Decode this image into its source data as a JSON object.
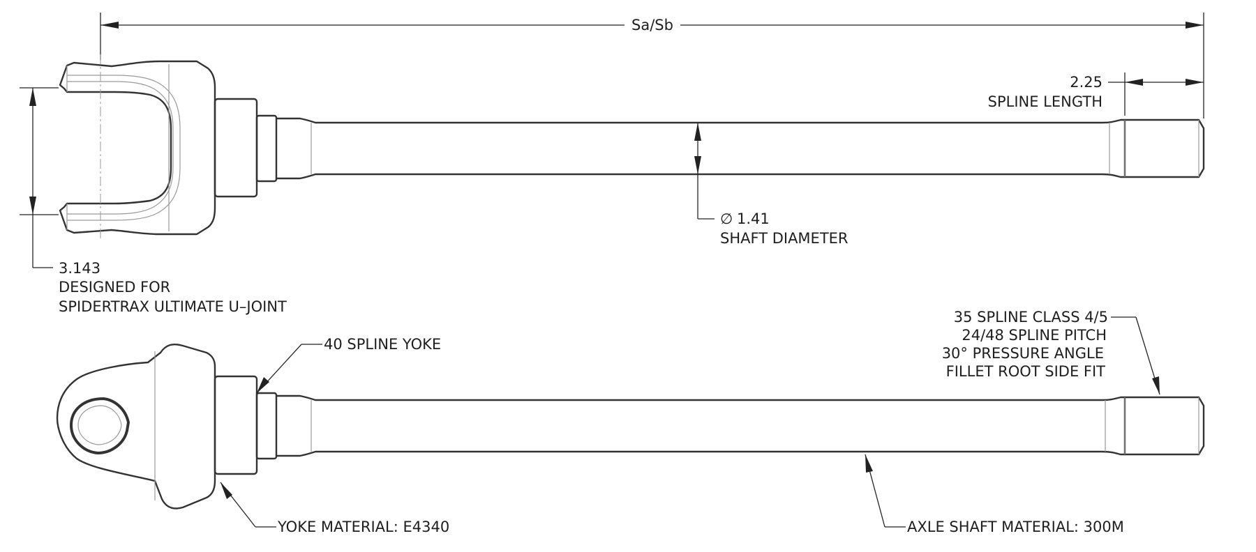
{
  "dimensions": {
    "overall_length": "Sa/Sb",
    "spline_length_value": "2.25",
    "spline_length_label": "SPLINE LENGTH",
    "shaft_diameter_value": "1.41",
    "shaft_diameter_label": "SHAFT DIAMETER",
    "yoke_width_value": "3.143",
    "yoke_note_line1": "DESIGNED FOR",
    "yoke_note_line2": "SPIDERTRAX ULTIMATE U–JOINT"
  },
  "callouts": {
    "yoke_spline": "40 SPLINE YOKE",
    "spline_spec": [
      "35 SPLINE CLASS 4/5",
      "24/48 SPLINE PITCH",
      "30° PRESSURE ANGLE",
      "FILLET ROOT SIDE FIT"
    ],
    "yoke_material": "YOKE MATERIAL: E4340",
    "shaft_material": "AXLE SHAFT MATERIAL: 300M"
  },
  "symbols": {
    "diameter": "∅"
  },
  "colors": {
    "line": "#333333",
    "light_line": "#9a9a9a",
    "text": "#1e1e1e"
  }
}
